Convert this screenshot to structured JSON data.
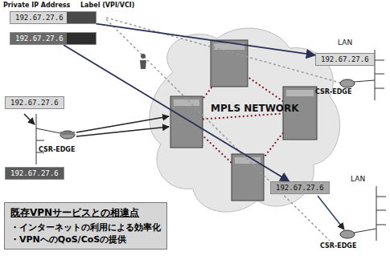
{
  "diagram": {
    "nodes": [
      {
        "text": [
          "192.67.27.6"
        ]
      },
      {
        "text": [
          "192.67.27.6"
        ]
      },
      {
        "text": [
          "192.67.27.6"
        ]
      },
      {
        "text": [
          "192.67.27.6"
        ]
      },
      {
        "text": [
          "192.67.27.6"
        ]
      },
      {
        "text": [
          "192.67.27.6"
        ]
      },
      {
        "text": [
          "既存VPNサービスとの相違点",
          "・インターネットの利用による効率化",
          "・VPNへのQoS/CoSの提供"
        ]
      }
    ],
    "edges": [
      {
        "from": 0,
        "to": 2,
        "arrow": "to"
      },
      {
        "from": 1,
        "to": 5,
        "arrow": "to"
      }
    ],
    "labels": [
      "Private IP Address",
      "Label (VPI/VCI)",
      "MPLS NETWORK",
      "LAN",
      "CSR-EDGE",
      "CSR-EDGE",
      "LAN",
      "CSR-EDGE"
    ]
  }
}
